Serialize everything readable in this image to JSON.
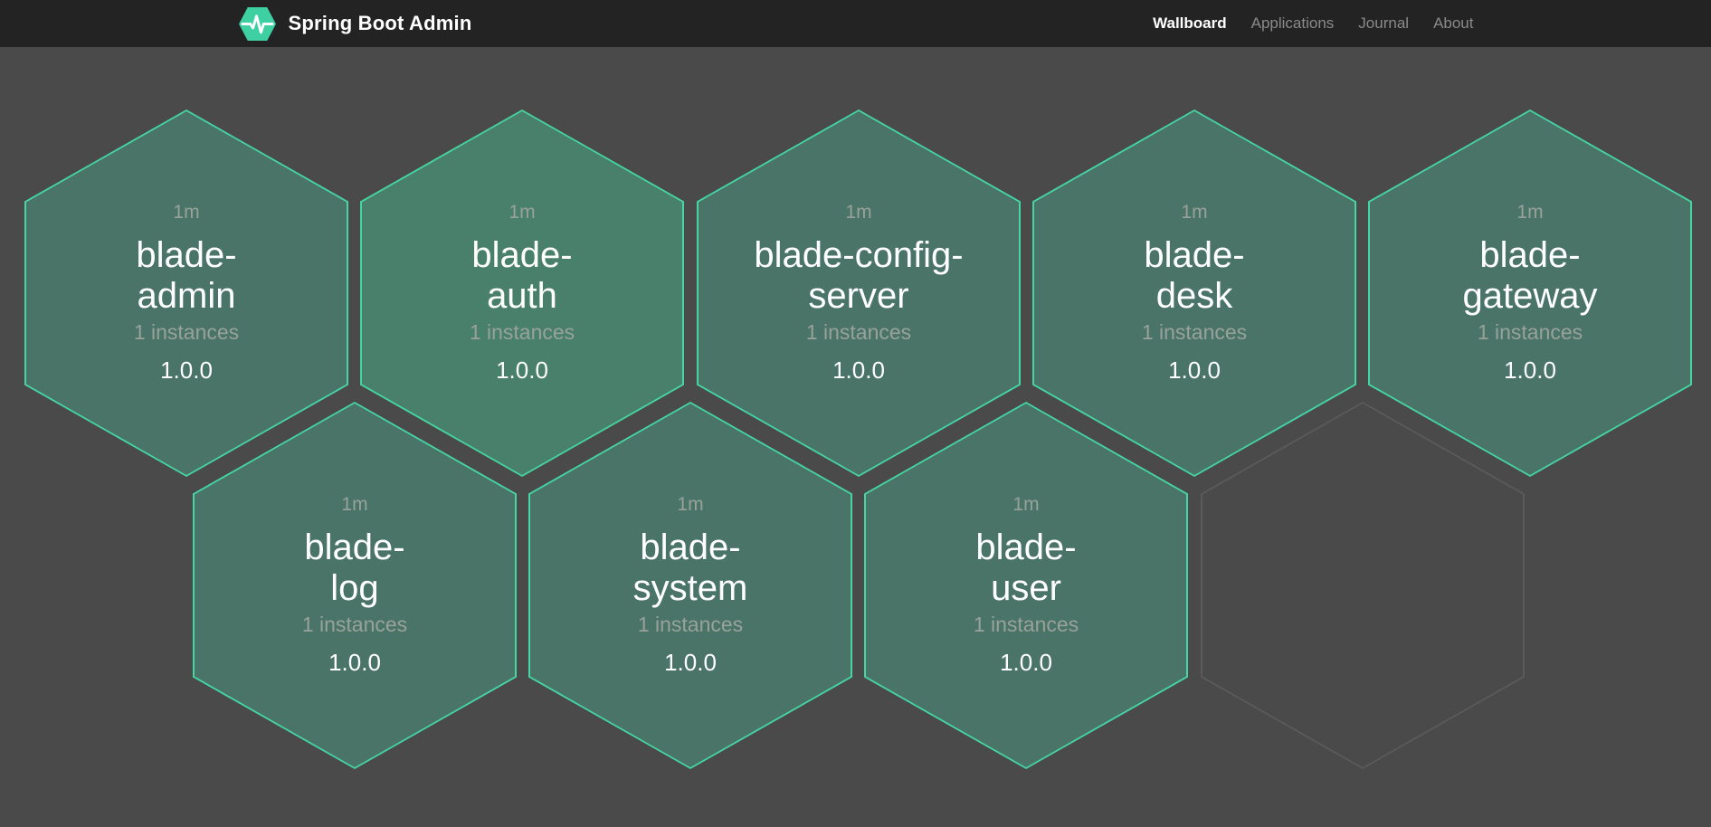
{
  "header": {
    "title": "Spring Boot Admin",
    "logo_icon": "pulse-hexagon-icon",
    "nav": [
      {
        "label": "Wallboard",
        "active": true
      },
      {
        "label": "Applications",
        "active": false
      },
      {
        "label": "Journal",
        "active": false
      },
      {
        "label": "About",
        "active": false
      }
    ]
  },
  "wallboard": {
    "applications": [
      {
        "name": "blade-admin",
        "name_lines": [
          "blade-",
          "admin"
        ],
        "uptime": "1m",
        "instances_label": "1 instances",
        "version": "1.0.0",
        "status": "up",
        "highlighted": false
      },
      {
        "name": "blade-auth",
        "name_lines": [
          "blade-",
          "auth"
        ],
        "uptime": "1m",
        "instances_label": "1 instances",
        "version": "1.0.0",
        "status": "up",
        "highlighted": true
      },
      {
        "name": "blade-config-server",
        "name_lines": [
          "blade-config-",
          "server"
        ],
        "uptime": "1m",
        "instances_label": "1 instances",
        "version": "1.0.0",
        "status": "up",
        "highlighted": false
      },
      {
        "name": "blade-desk",
        "name_lines": [
          "blade-",
          "desk"
        ],
        "uptime": "1m",
        "instances_label": "1 instances",
        "version": "1.0.0",
        "status": "up",
        "highlighted": false
      },
      {
        "name": "blade-gateway",
        "name_lines": [
          "blade-",
          "gateway"
        ],
        "uptime": "1m",
        "instances_label": "1 instances",
        "version": "1.0.0",
        "status": "up",
        "highlighted": false
      },
      {
        "name": "blade-log",
        "name_lines": [
          "blade-",
          "log"
        ],
        "uptime": "1m",
        "instances_label": "1 instances",
        "version": "1.0.0",
        "status": "up",
        "highlighted": false
      },
      {
        "name": "blade-system",
        "name_lines": [
          "blade-",
          "system"
        ],
        "uptime": "1m",
        "instances_label": "1 instances",
        "version": "1.0.0",
        "status": "up",
        "highlighted": false
      },
      {
        "name": "blade-user",
        "name_lines": [
          "blade-",
          "user"
        ],
        "uptime": "1m",
        "instances_label": "1 instances",
        "version": "1.0.0",
        "status": "up",
        "highlighted": false
      }
    ],
    "empty_slots": 1,
    "colors": {
      "background": "#4a4a4a",
      "header_background": "#232323",
      "hex_border": "#45d6a4",
      "hex_fill_up": "#497467",
      "hex_fill_up_highlight": "#48806b",
      "ghost_border": "#5a5a5a",
      "text_primary": "#ffffff",
      "text_secondary": "#98a29b",
      "logo_green": "#3fd0a2"
    }
  }
}
